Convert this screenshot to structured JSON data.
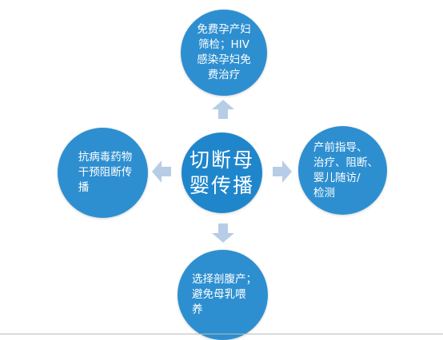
{
  "diagram": {
    "center": {
      "text": "切断母\n婴传播"
    },
    "nodes": {
      "top": {
        "text": "免费孕产妇\n筛检；HIV\n感染孕妇免\n费治疗"
      },
      "left": {
        "text": "抗病毒药物\n干预阻断传\n播"
      },
      "right": {
        "text": "产前指导、\n治疗、阻断、\n婴儿随访/\n检测"
      },
      "bottom": {
        "text": "选择剖腹产；\n避免母乳喂\n养"
      }
    },
    "colors": {
      "circle": "#2e8fd0",
      "arrow": "#b7cde6"
    }
  }
}
